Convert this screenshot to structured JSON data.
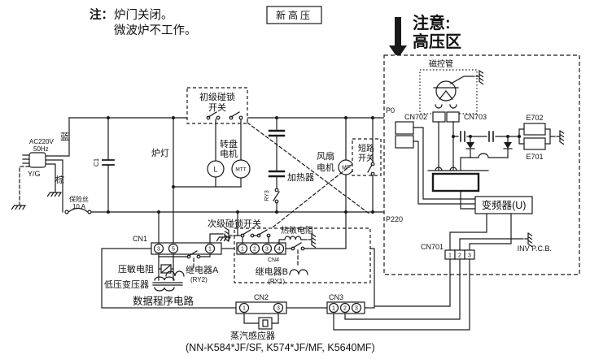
{
  "note": {
    "label": "注：",
    "line1": "炉门关闭。",
    "line2": "微波炉不工作。"
  },
  "new_hv_badge": "新高压",
  "warning": {
    "line1": "注意:",
    "line2": "高压区"
  },
  "power_input": {
    "voltage": "AC220V",
    "freq": "50Hz",
    "wire_blue": "蓝",
    "wire_brown": "棕",
    "wire_earth": "Y/G",
    "fuse_line1": "保险丝",
    "fuse_line2": "10 A",
    "capacitor": "C1"
  },
  "primary_latch": {
    "line1": "初级碰锁",
    "line2": "开关"
  },
  "lamp": {
    "label": "炉灯",
    "symbol": "L"
  },
  "turntable": {
    "line1": "转盘",
    "line2": "电机",
    "symbol": "MTT"
  },
  "heater": {
    "label": "加热器",
    "relay": "RY3"
  },
  "fan": {
    "line1": "风扇",
    "line2": "电机",
    "symbol": "MF"
  },
  "short_switch": {
    "line1": "短路",
    "line2": "开关"
  },
  "hv": {
    "magnetron": "磁控管",
    "cn702": "CN702",
    "cn703": "CN703",
    "p0": "P0",
    "p220": "P220",
    "e702": "E702",
    "e701": "E701",
    "inverter": "变频器(U)",
    "pcb": "INV P.C.B.",
    "cn701": "CN701",
    "cn701_pins": [
      "1",
      "2",
      "3"
    ]
  },
  "control": {
    "cn1": "CN1",
    "cn1_pins": [
      "3",
      "5",
      "1"
    ],
    "varistor": "压敏电阻",
    "lv_transformer": "低压变压器",
    "relay_a": "继电器A",
    "relay_a_id": "(RY2)",
    "program": "数据程序电路",
    "secondary_latch": "次级碰锁开关",
    "cn4": "CN4",
    "cn4_pins": [
      "1",
      "2",
      "3",
      "4"
    ],
    "thermistor": "热敏电阻",
    "relay_b": "继电器B",
    "relay_b_id": "(RY1)"
  },
  "bottom": {
    "cn2": "CN2",
    "cn2_pins": [
      "1",
      "3"
    ],
    "steam_sensor": "蒸汽感应器",
    "cn3": "CN3",
    "cn3_pins": [
      "1",
      "2",
      "3"
    ]
  },
  "footer": "(NN-K584*JF/SF, K574*JF/MF, K5640MF)",
  "colors": {
    "ink": "#1a1a1a",
    "bg": "#ffffff"
  }
}
